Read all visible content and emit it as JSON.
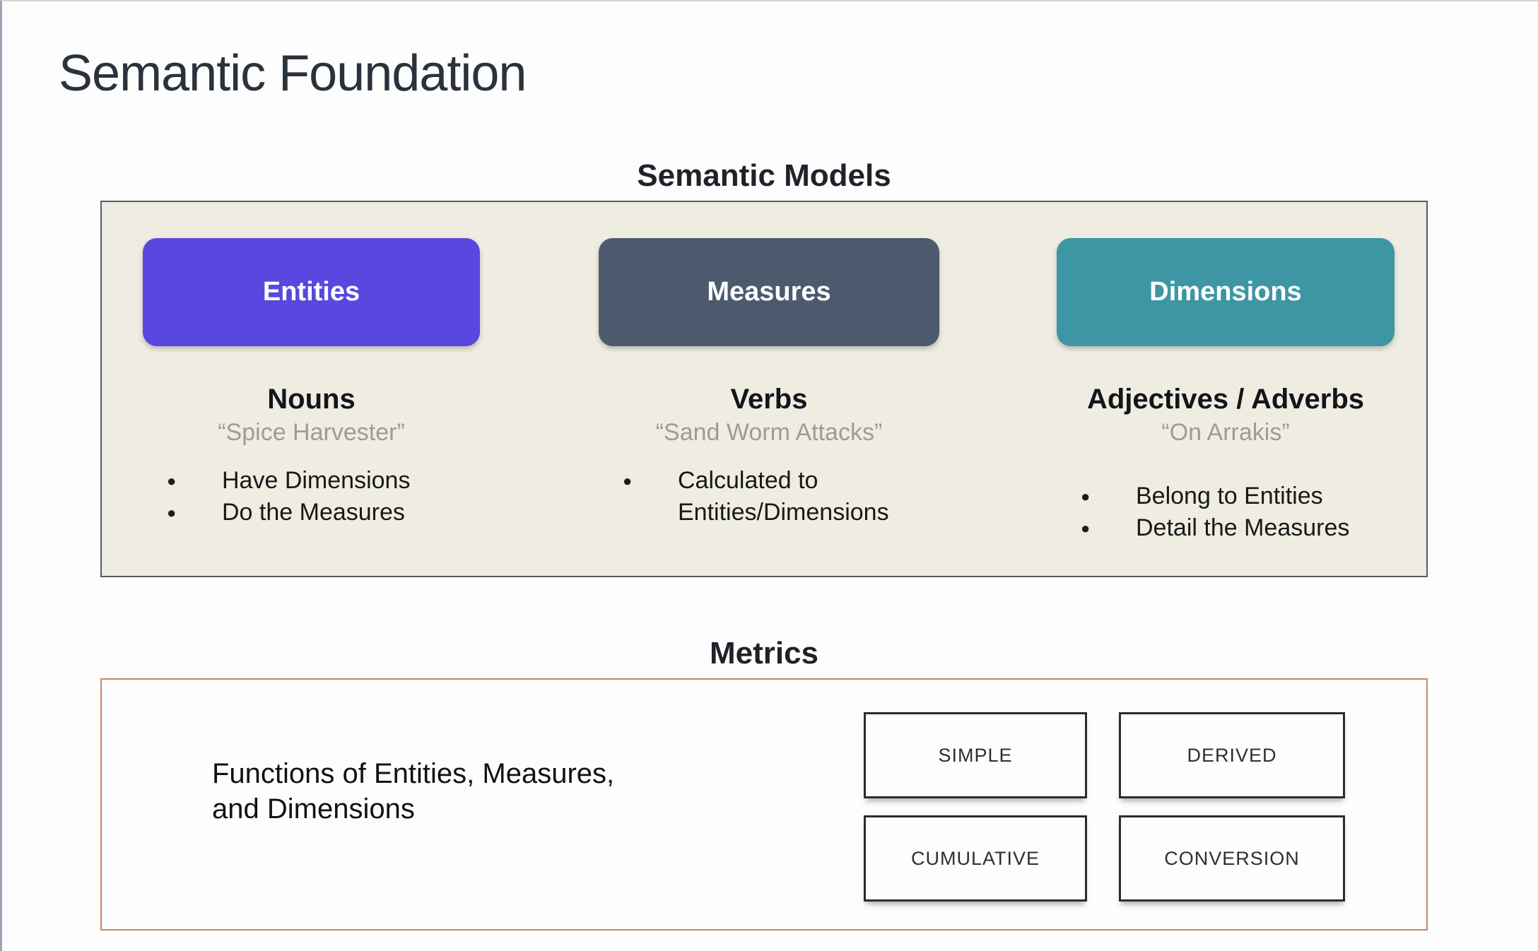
{
  "slide": {
    "title": "Semantic Foundation"
  },
  "semantic_models": {
    "label": "Semantic Models",
    "panel_bg": "#EFEDE2",
    "panel_border": "#565D66",
    "columns": [
      {
        "button_label": "Entities",
        "button_color": "#5A47E0",
        "subhead": "Nouns",
        "quote": "“Spice Harvester”",
        "bullets": [
          "Have Dimensions",
          "Do the Measures"
        ]
      },
      {
        "button_label": "Measures",
        "button_color": "#4D5A6E",
        "subhead": "Verbs",
        "quote": "“Sand Worm Attacks”",
        "bullets": [
          "Calculated to Entities/Dimensions"
        ]
      },
      {
        "button_label": "Dimensions",
        "button_color": "#3E96A4",
        "subhead": "Adjectives / Adverbs",
        "quote": "“On Arrakis”",
        "bullets": [
          "Belong to Entities",
          "Detail the Measures"
        ]
      }
    ]
  },
  "metrics": {
    "label": "Metrics",
    "border_color": "#CF8266",
    "description_line1": "Functions of Entities, Measures,",
    "description_line2": "and Dimensions",
    "boxes": [
      "SIMPLE",
      "DERIVED",
      "CUMULATIVE",
      "CONVERSION"
    ]
  }
}
